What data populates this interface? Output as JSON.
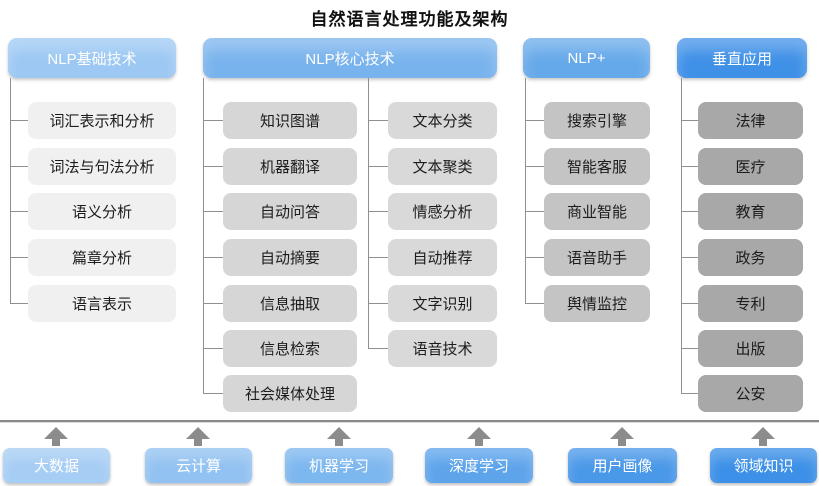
{
  "title": "自然语言处理功能及架构",
  "columns": [
    {
      "header": "NLP基础技术",
      "color": "#9cc8f3",
      "items": [
        "词汇表示和分析",
        "词法与句法分析",
        "语义分析",
        "篇章分析",
        "语言表示"
      ]
    },
    {
      "header": "NLP核心技术",
      "color": "#79b3ed",
      "items_left": [
        "知识图谱",
        "机器翻译",
        "自动问答",
        "自动摘要",
        "信息抽取",
        "信息检索",
        "社会媒体处理"
      ],
      "items_right": [
        "文本分类",
        "文本聚类",
        "情感分析",
        "自动推荐",
        "文字识别",
        "语音技术"
      ]
    },
    {
      "header": "NLP+",
      "color": "#66a9ea",
      "items": [
        "搜索引擎",
        "智能客服",
        "商业智能",
        "语音助手",
        "舆情监控"
      ]
    },
    {
      "header": "垂直应用",
      "color": "#3f90e7",
      "items": [
        "法律",
        "医疗",
        "教育",
        "政务",
        "专利",
        "出版",
        "公安"
      ]
    }
  ],
  "foundations": [
    {
      "label": "大数据",
      "color": "#a6cdf4"
    },
    {
      "label": "云计算",
      "color": "#92c2f1"
    },
    {
      "label": "机器学习",
      "color": "#7db7ef"
    },
    {
      "label": "深度学习",
      "color": "#5ea4eb"
    },
    {
      "label": "用户画像",
      "color": "#4a98e8"
    },
    {
      "label": "领域知识",
      "color": "#3c90e7"
    }
  ],
  "palette": {
    "connector_line": "#8f8f8f",
    "arrow": "#8c8c8c",
    "separator": "#8a8a8a",
    "node_col1": "#f0f0f0",
    "node_col2": "#d7d7d7",
    "node_col3": "#c4c4c4",
    "node_col4": "#a8a8a8"
  }
}
